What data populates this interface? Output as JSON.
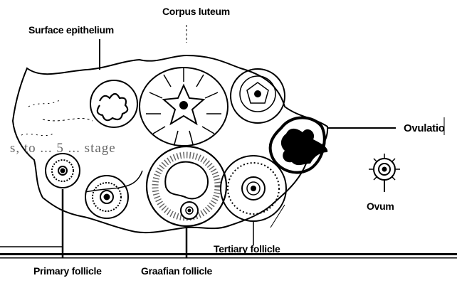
{
  "diagram": {
    "labels": {
      "surface_epithelium": "Surface epithelium",
      "corpus_luteum": "Corpus luteum",
      "ovulation": "Ovulatio",
      "ovum": "Ovum",
      "tertiary_follicle": "Tertiary follicle",
      "primary_follicle": "Primary follicle",
      "graafian_follicle": "Graafian follicle"
    },
    "overlay_text": "s, to ... 5 ... stage",
    "colors": {
      "ink": "#000000",
      "paper": "#ffffff"
    }
  }
}
